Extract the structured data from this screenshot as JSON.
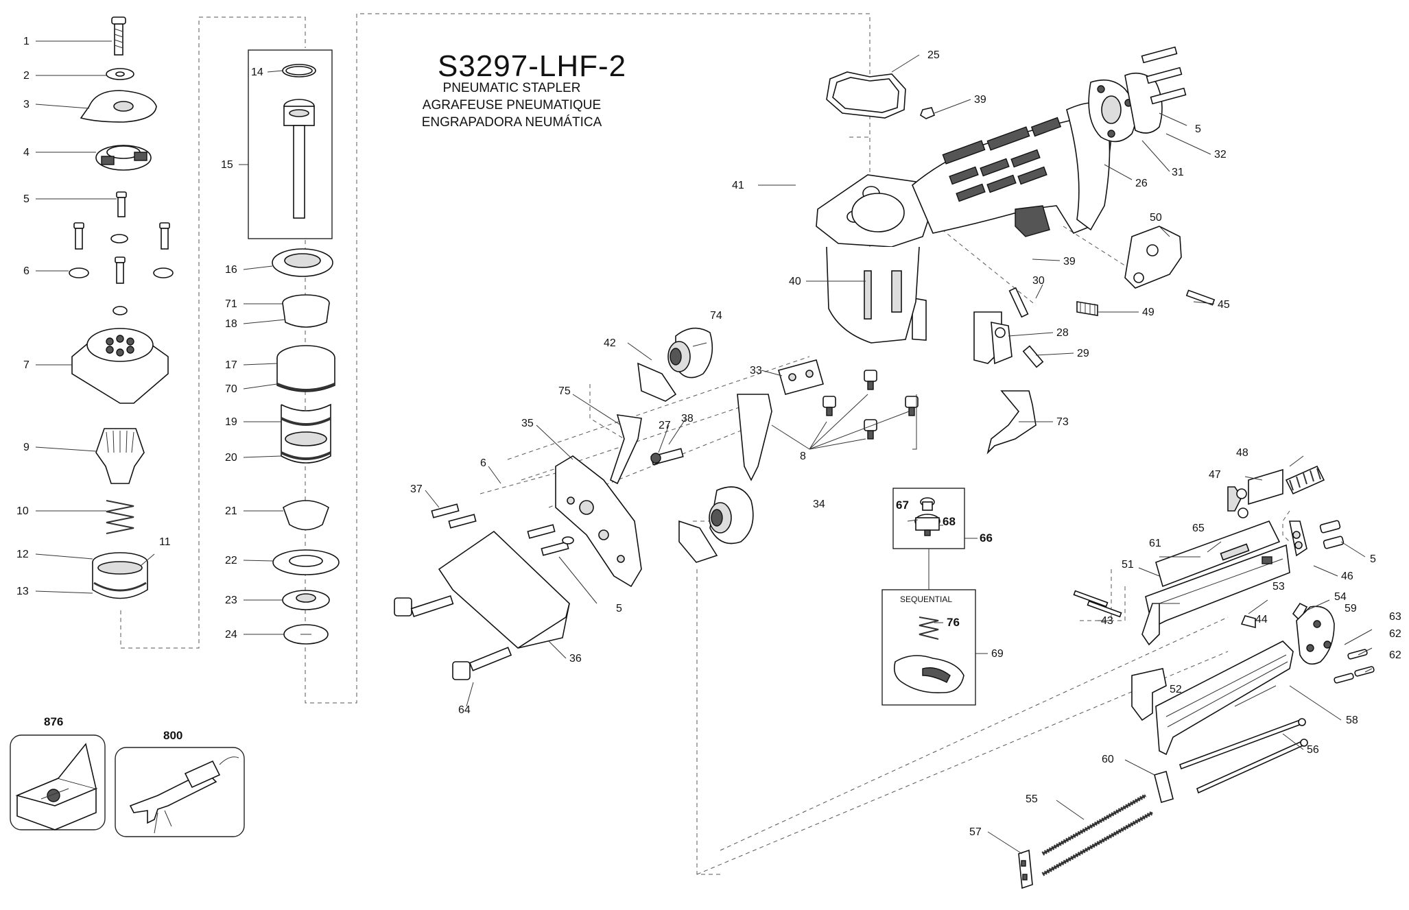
{
  "header": {
    "model": "S3297-LHF-2",
    "name_en": "PNEUMATIC STAPLER",
    "name_fr": "AGRAFEUSE PNEUMATIQUE",
    "name_es": "ENGRAPADORA NEUMÁTICA"
  },
  "labels": {
    "sequential": "SEQUENTIAL"
  },
  "kits": [
    {
      "id": "876"
    },
    {
      "id": "800"
    }
  ],
  "parts": [
    {
      "n": "1"
    },
    {
      "n": "2"
    },
    {
      "n": "3"
    },
    {
      "n": "4"
    },
    {
      "n": "5"
    },
    {
      "n": "6"
    },
    {
      "n": "7"
    },
    {
      "n": "9"
    },
    {
      "n": "10"
    },
    {
      "n": "11"
    },
    {
      "n": "12"
    },
    {
      "n": "13"
    },
    {
      "n": "14"
    },
    {
      "n": "15"
    },
    {
      "n": "16"
    },
    {
      "n": "71"
    },
    {
      "n": "18"
    },
    {
      "n": "17"
    },
    {
      "n": "70"
    },
    {
      "n": "19"
    },
    {
      "n": "20"
    },
    {
      "n": "21"
    },
    {
      "n": "22"
    },
    {
      "n": "23"
    },
    {
      "n": "24"
    },
    {
      "n": "25"
    },
    {
      "n": "39"
    },
    {
      "n": "5"
    },
    {
      "n": "32"
    },
    {
      "n": "31"
    },
    {
      "n": "26"
    },
    {
      "n": "41"
    },
    {
      "n": "39"
    },
    {
      "n": "50"
    },
    {
      "n": "40"
    },
    {
      "n": "30"
    },
    {
      "n": "45"
    },
    {
      "n": "49"
    },
    {
      "n": "28"
    },
    {
      "n": "29"
    },
    {
      "n": "74"
    },
    {
      "n": "42"
    },
    {
      "n": "33"
    },
    {
      "n": "75"
    },
    {
      "n": "27"
    },
    {
      "n": "38"
    },
    {
      "n": "35"
    },
    {
      "n": "8"
    },
    {
      "n": "73"
    },
    {
      "n": "34"
    },
    {
      "n": "6"
    },
    {
      "n": "37"
    },
    {
      "n": "67"
    },
    {
      "n": "68"
    },
    {
      "n": "66"
    },
    {
      "n": "48"
    },
    {
      "n": "47"
    },
    {
      "n": "5"
    },
    {
      "n": "65"
    },
    {
      "n": "61"
    },
    {
      "n": "46"
    },
    {
      "n": "51"
    },
    {
      "n": "53"
    },
    {
      "n": "54"
    },
    {
      "n": "59"
    },
    {
      "n": "63"
    },
    {
      "n": "62"
    },
    {
      "n": "62"
    },
    {
      "n": "43"
    },
    {
      "n": "44"
    },
    {
      "n": "76"
    },
    {
      "n": "69"
    },
    {
      "n": "5"
    },
    {
      "n": "36"
    },
    {
      "n": "64"
    },
    {
      "n": "52"
    },
    {
      "n": "58"
    },
    {
      "n": "56"
    },
    {
      "n": "60"
    },
    {
      "n": "55"
    },
    {
      "n": "57"
    }
  ]
}
